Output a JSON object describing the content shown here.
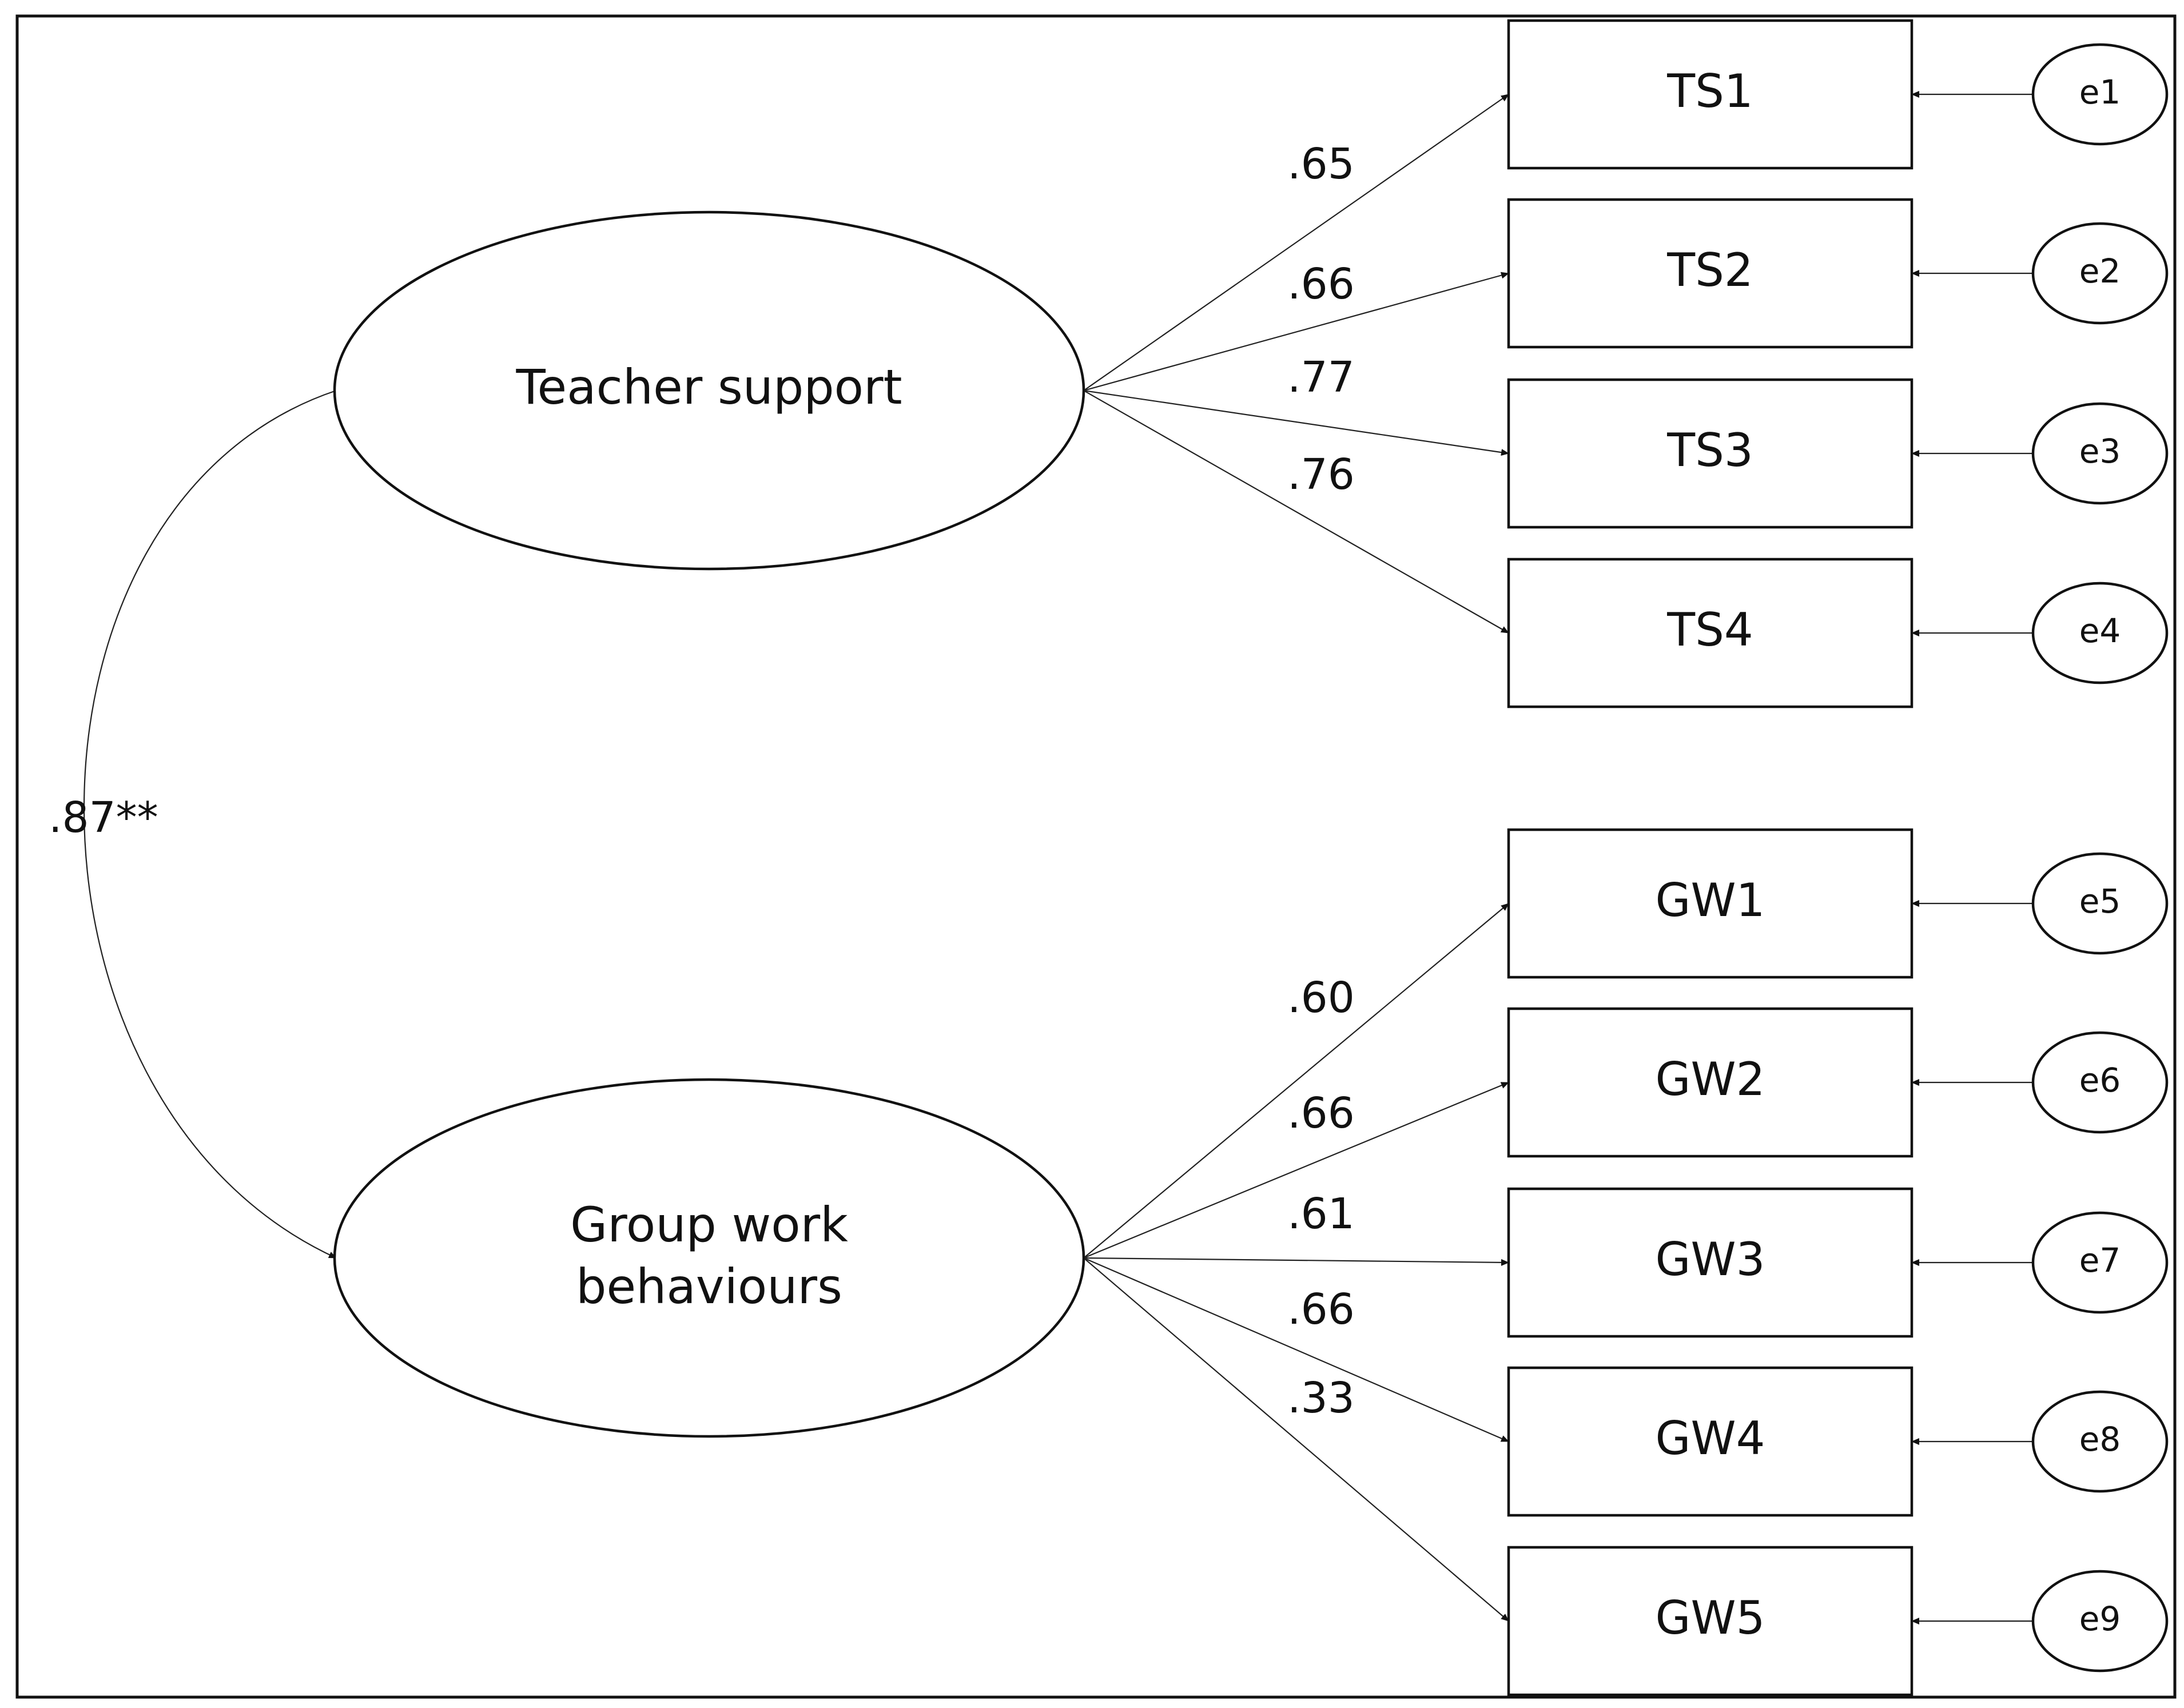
{
  "latents": {
    "teacher_support": {
      "label": "Teacher support"
    },
    "group_work": {
      "label_line1": "Group work",
      "label_line2": "behaviours"
    }
  },
  "correlation": {
    "label": ".87**"
  },
  "indicators": [
    {
      "id": "TS1",
      "label": "TS1",
      "error": "e1",
      "loading": ".65"
    },
    {
      "id": "TS2",
      "label": "TS2",
      "error": "e2",
      "loading": ".66"
    },
    {
      "id": "TS3",
      "label": "TS3",
      "error": "e3",
      "loading": ".77"
    },
    {
      "id": "TS4",
      "label": "TS4",
      "error": "e4",
      "loading": ".76"
    },
    {
      "id": "GW1",
      "label": "GW1",
      "error": "e5",
      "loading": ".60"
    },
    {
      "id": "GW2",
      "label": "GW2",
      "error": "e6",
      "loading": ".66"
    },
    {
      "id": "GW3",
      "label": "GW3",
      "error": "e7",
      "loading": ".61"
    },
    {
      "id": "GW4",
      "label": "GW4",
      "error": "e8",
      "loading": ".66"
    },
    {
      "id": "GW5",
      "label": "GW5",
      "error": "e9",
      "loading": ".33"
    }
  ]
}
